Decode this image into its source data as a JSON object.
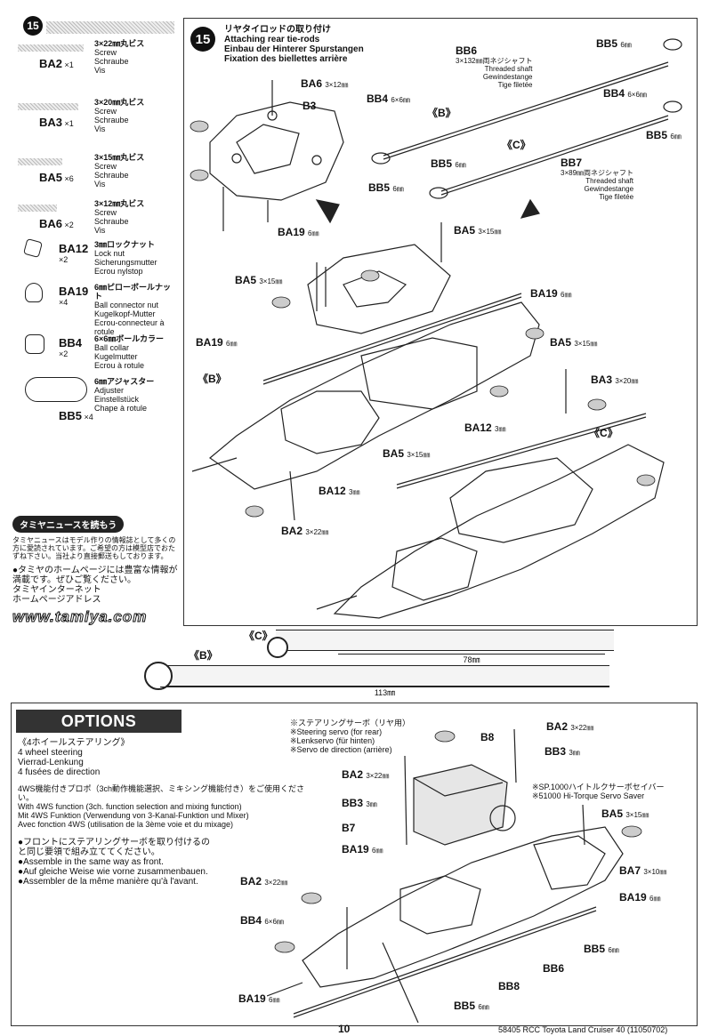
{
  "step_left": "15",
  "step_main": "15",
  "parts_list": [
    {
      "code": "BA2",
      "qty": "×1",
      "jp": "3×22㎜丸ビス",
      "en": "Screw",
      "de": "Schraube",
      "fr": "Vis"
    },
    {
      "code": "BA3",
      "qty": "×1",
      "jp": "3×20㎜丸ビス",
      "en": "Screw",
      "de": "Schraube",
      "fr": "Vis"
    },
    {
      "code": "BA5",
      "qty": "×6",
      "jp": "3×15㎜丸ビス",
      "en": "Screw",
      "de": "Schraube",
      "fr": "Vis"
    },
    {
      "code": "BA6",
      "qty": "×2",
      "jp": "3×12㎜丸ビス",
      "en": "Screw",
      "de": "Schraube",
      "fr": "Vis"
    },
    {
      "code": "BA12",
      "qty": "×2",
      "jp": "3㎜ロックナット",
      "en": "Lock nut",
      "de": "Sicherungsmutter",
      "fr": "Ecrou nylstop"
    },
    {
      "code": "BA19",
      "qty": "×4",
      "jp": "6㎜ピローボールナット",
      "en": "Ball connector nut",
      "de": "Kugelkopf-Mutter",
      "fr": "Ecrou-connecteur à rotule"
    },
    {
      "code": "BB4",
      "qty": "×2",
      "jp": "6×6㎜ボールカラー",
      "en": "Ball collar",
      "de": "Kugelmutter",
      "fr": "Ecrou à rotule"
    },
    {
      "code": "BB5",
      "qty": "×4",
      "jp": "6㎜アジャスター",
      "en": "Adjuster",
      "de": "Einstellstück",
      "fr": "Chape à rotule"
    }
  ],
  "news": {
    "head": "タミヤニュースを読もう",
    "body1": "タミヤニュースはモデル作りの情報誌として多くの方に愛読されています。ご希望の方は模型店でおたずね下さい。当社より直接郵送もしております。",
    "body2": "●タミヤのホームページには豊富な情報が満載です。ぜひご覧ください。",
    "body3": "タミヤインターネット",
    "body4": "ホームページアドレス",
    "url": "www.tamiya.com"
  },
  "step": {
    "jp": "リヤタイロッドの取り付け",
    "en": "Attaching rear tie-rods",
    "de": "Einbau der Hinterer Spurstangen",
    "fr": "Fixation des biellettes arrière"
  },
  "labels_top": {
    "ba6": "BA6",
    "ba6s": "3×12㎜",
    "b3": "B3",
    "ba19a": "BA19",
    "ba19as": "6㎜",
    "bb6": "BB6",
    "bb6jp": "3×132㎜両ネジシャフト",
    "bb6en": "Threaded shaft",
    "bb6de": "Gewindestange",
    "bb6fr": "Tige filetée",
    "bb5a": "BB5",
    "bb5as": "6㎜",
    "bb4a": "BB4",
    "bb4as": "6×6㎜",
    "bb4b": "BB4",
    "bb4bs": "6×6㎜",
    "bb5b": "BB5",
    "bb5bs": "6㎜",
    "mark_b": "《B》",
    "mark_c": "《C》",
    "bb5c": "BB5",
    "bb5cs": "6㎜",
    "bb5d": "BB5",
    "bb5ds": "6㎜",
    "bb7": "BB7",
    "bb7jp": "3×89㎜両ネジシャフト",
    "bb7en": "Threaded shaft",
    "bb7de": "Gewindestange",
    "bb7fr": "Tige filetée"
  },
  "labels_assy": {
    "ba5a": "BA5",
    "ba5as": "3×15㎜",
    "ba5b": "BA5",
    "ba5bs": "3×15㎜",
    "ba19b": "BA19",
    "ba19bs": "6㎜",
    "ba19c": "BA19",
    "ba19cs": "6㎜",
    "ba5c": "BA5",
    "ba5cs": "3×15㎜",
    "mark_b": "《B》",
    "ba3": "BA3",
    "ba3s": "3×20㎜",
    "ba12a": "BA12",
    "ba12as": "3㎜",
    "mark_c": "《C》",
    "ba5d": "BA5",
    "ba5ds": "3×15㎜",
    "ba12b": "BA12",
    "ba12bs": "3㎜",
    "ba2": "BA2",
    "ba2s": "3×22㎜"
  },
  "rods": {
    "mark_c": "《C》",
    "len_c": "78㎜",
    "mark_b": "《B》",
    "len_b": "113㎜"
  },
  "options": {
    "title": "OPTIONS",
    "sub_jp": "《4ホイールステアリング》",
    "sub_en": "4 wheel steering",
    "sub_de": "Vierrad-Lenkung",
    "sub_fr": "4 fusées de direction",
    "note_jp": "4WS機能付きプロポ（3ch動作機能選択、ミキシング機能付き）をご使用ください。",
    "note_en": "With 4WS function (3ch. function selection and mixing function)",
    "note_de": "Mit 4WS Funktion (Verwendung von 3-Kanal-Funktion und Mixer)",
    "note_fr": "Avec fonction 4WS (utilisation de la 3ème voie et du mixage)",
    "front_jp1": "●フロントにステアリングサーボを取り付けるの",
    "front_jp2": "と同じ要領で組み立ててください。",
    "front_en": "●Assemble in the same way as front.",
    "front_de": "●Auf gleiche Weise wie vorne zusammenbauen.",
    "front_fr": "●Assembler de la même manière qu'à l'avant.",
    "servo_jp": "※ステアリングサーボ（リヤ用）",
    "servo_en": "※Steering servo (for rear)",
    "servo_de": "※Lenkservo (für hinten)",
    "servo_fr": "※Servo de direction (arrière)",
    "saver_jp": "※SP.1000ハイトルクサーボセイバー",
    "saver_en": "※51000 Hi-Torque Servo Saver",
    "l_ba2a": "BA2",
    "l_ba2as": "3×22㎜",
    "l_b8": "B8",
    "l_bb3a": "BB3",
    "l_bb3as": "3㎜",
    "l_ba2b": "BA2",
    "l_ba2bs": "3×22㎜",
    "l_bb3b": "BB3",
    "l_bb3bs": "3㎜",
    "l_b7": "B7",
    "l_ba19a": "BA19",
    "l_ba19as": "6㎜",
    "l_ba5": "BA5",
    "l_ba5s": "3×15㎜",
    "l_ba7": "BA7",
    "l_ba7s": "3×10㎜",
    "l_ba19b": "BA19",
    "l_ba19bs": "6㎜",
    "l_ba2c": "BA2",
    "l_ba2cs": "3×22㎜",
    "l_bb4": "BB4",
    "l_bb4s": "6×6㎜",
    "l_bb5a": "BB5",
    "l_bb5as": "6㎜",
    "l_bb6": "BB6",
    "l_bb8": "BB8",
    "l_ba19c": "BA19",
    "l_ba19cs": "6㎜",
    "l_bb5b": "BB5",
    "l_bb5bs": "6㎜"
  },
  "footer": {
    "page": "10",
    "model": "58405 RCC Toyota Land Cruiser 40 (11050702)"
  }
}
